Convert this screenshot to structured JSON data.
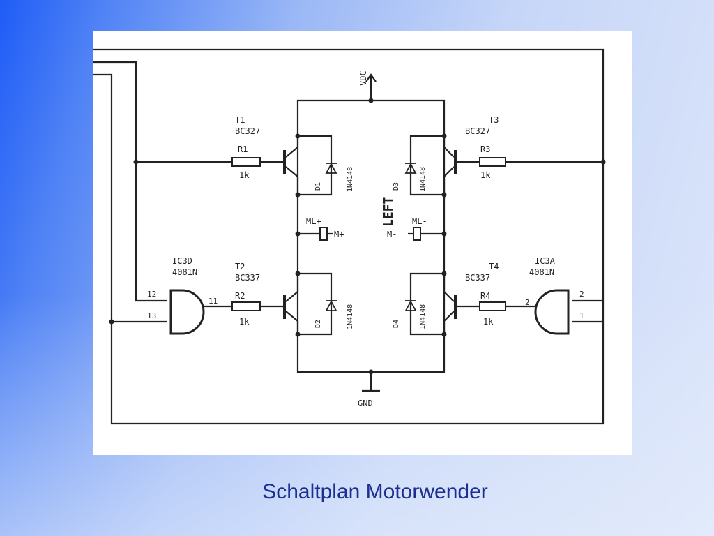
{
  "slide": {
    "caption": "Schaltplan Motorwender"
  },
  "schematic": {
    "supply_label": "VDC",
    "ground_label": "GND",
    "center_label": "LEFT",
    "motor_left_label": "ML+",
    "motor_right_label": "ML-",
    "motor_left_pin": "M+",
    "motor_right_pin": "M-",
    "t1_name": "T1",
    "t1_type": "BC327",
    "t2_name": "T2",
    "t2_type": "BC337",
    "t3_name": "T3",
    "t3_type": "BC327",
    "t4_name": "T4",
    "t4_type": "BC337",
    "r1_name": "R1",
    "r1_value": "1k",
    "r2_name": "R2",
    "r2_value": "1k",
    "r3_name": "R3",
    "r3_value": "1k",
    "r4_name": "R4",
    "r4_value": "1k",
    "d1_name": "D1",
    "d1_type": "1N4148",
    "d2_name": "D2",
    "d2_type": "1N4148",
    "d3_name": "D3",
    "d3_type": "1N4148",
    "d4_name": "D4",
    "d4_type": "1N4148",
    "ic3d_name": "IC3D",
    "ic3d_type": "4081N",
    "ic3d_pin_in1": "12",
    "ic3d_pin_in2": "13",
    "ic3d_pin_out": "11",
    "ic3a_name": "IC3A",
    "ic3a_type": "4081N",
    "ic3a_pin_in1": "2",
    "ic3a_pin_in2": "1",
    "ic3a_pin_out": "2"
  }
}
